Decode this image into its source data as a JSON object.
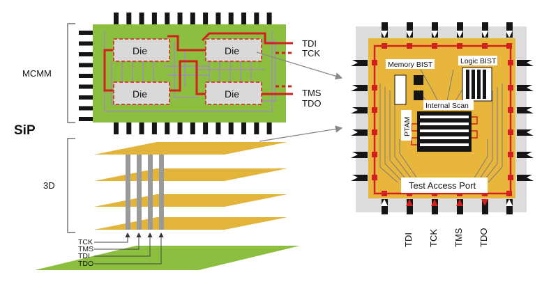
{
  "labels": {
    "sip": "SiP",
    "mcmm": "MCMM",
    "three_d": "3D",
    "die": "Die",
    "memory_bist": "Memory BIST",
    "logic_bist": "Logic BIST",
    "internal_scan": "Internal Scan",
    "ptam": "PTAM",
    "test_access_port": "Test Access Port"
  },
  "mcm_pins": [
    "TDI",
    "TCK",
    "TMS",
    "TDO"
  ],
  "stack_pins": [
    "TCK",
    "TMS",
    "TDI",
    "TDO"
  ],
  "chip_pins": [
    "TDI",
    "TCK",
    "TMS",
    "TDO"
  ],
  "colors": {
    "pcb_green": "#8cbf3f",
    "layer_gold": "#e2b43a",
    "die_gray": "#d9d9d9",
    "jtag_red": "#d21f1f",
    "chip_gold": "#e9b63c",
    "package_gray": "#dcdcdc",
    "pin_black": "#151515",
    "tsv_gray": "#9a9a9a"
  }
}
